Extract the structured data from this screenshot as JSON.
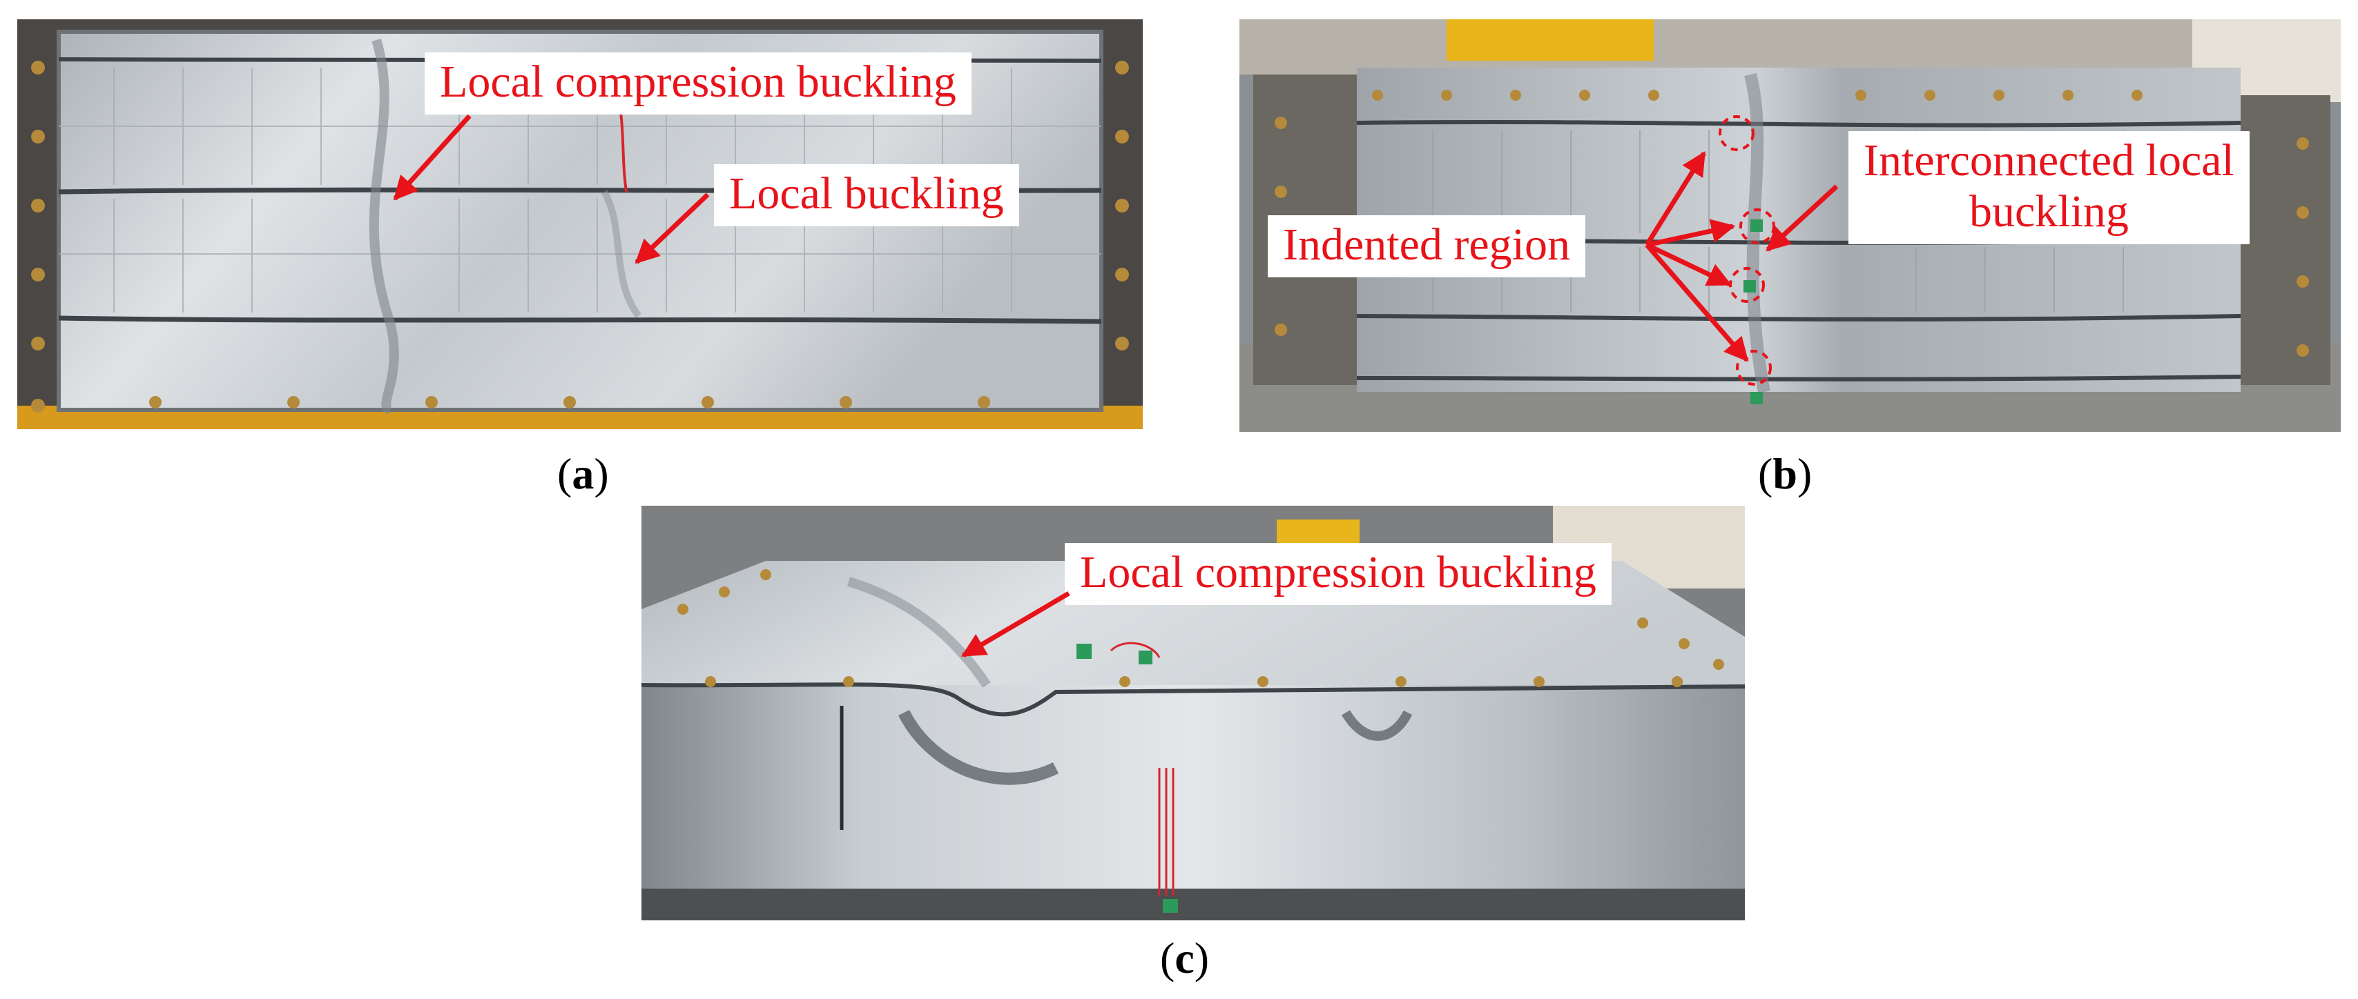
{
  "panels": {
    "a": {
      "caption_letter": "a",
      "labels": {
        "compression": "Local compression buckling",
        "local": "Local buckling"
      }
    },
    "b": {
      "caption_letter": "b",
      "labels": {
        "indented": "Indented region",
        "interconnected_line1": "Interconnected local",
        "interconnected_line2": "buckling"
      }
    },
    "c": {
      "caption_letter": "c",
      "labels": {
        "compression": "Local compression buckling"
      }
    }
  },
  "colors": {
    "annotation_red": "#e8131a",
    "steel_light": "#c9ced3",
    "steel_dark": "#8e969d",
    "frame_dark": "#4a4744",
    "yellow_jack": "#e8b51a"
  }
}
